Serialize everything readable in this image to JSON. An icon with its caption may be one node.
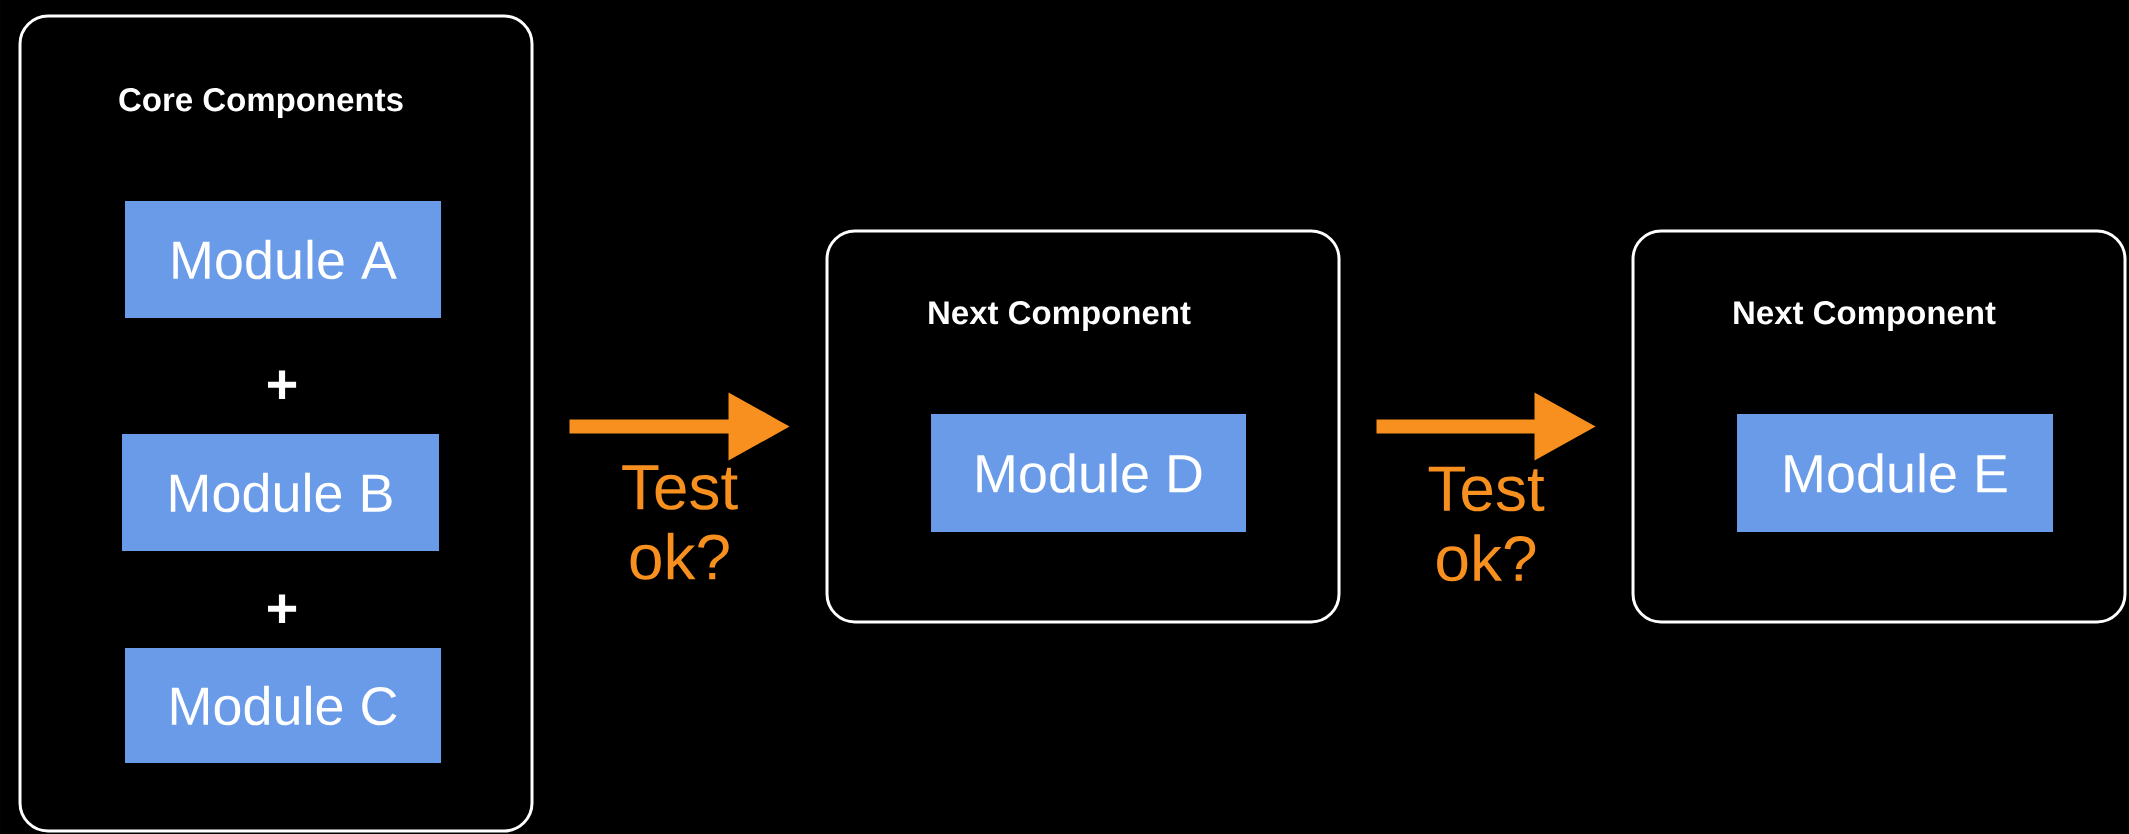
{
  "diagram": {
    "nodes": [
      {
        "text": [
          "Core Components"
        ]
      },
      {
        "text": [
          "Module A"
        ],
        "in": 0
      },
      {
        "text": [
          "Module B"
        ],
        "in": 0
      },
      {
        "text": [
          "Module C"
        ],
        "in": 0
      },
      {
        "text": [
          "Next Component"
        ]
      },
      {
        "text": [
          "Module D"
        ],
        "in": 4
      },
      {
        "text": [
          "Next Component"
        ]
      },
      {
        "text": [
          "Module E"
        ],
        "in": 6
      }
    ],
    "edges": [
      {
        "from": 0,
        "to": 4,
        "arrow": "to",
        "label": "Test ok?",
        "color": "#f7901e"
      },
      {
        "from": 4,
        "to": 6,
        "arrow": "to",
        "label": "Test ok?",
        "color": "#f7901e"
      }
    ],
    "labels": [
      "+",
      "+"
    ]
  }
}
